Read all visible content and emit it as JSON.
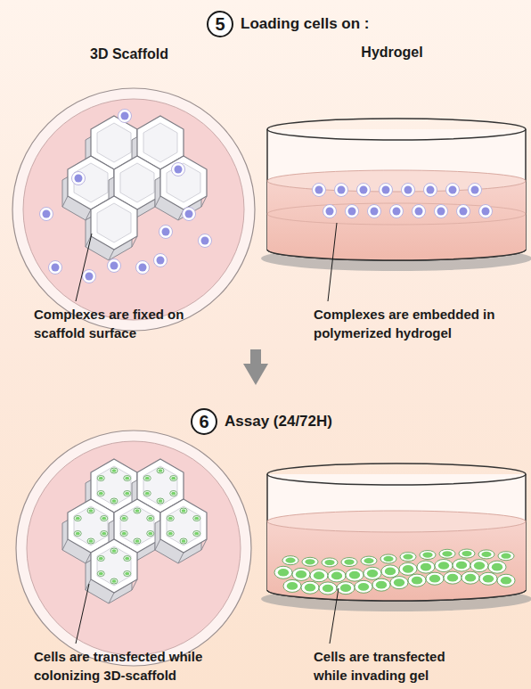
{
  "diagram": {
    "nodes": [
      {
        "text": [
          "5",
          "Loading cells on :"
        ]
      },
      {
        "text": [
          "6",
          "Assay (24/72H)"
        ]
      }
    ],
    "labels": [
      "3D Scaffold",
      "Hydrogel",
      "Complexes are fixed on scaffold surface",
      "Complexes are embedded in polymerized hydrogel",
      "Cells are transfected while colonizing 3D-scaffold",
      "Cells are transfected while invading gel"
    ]
  }
}
